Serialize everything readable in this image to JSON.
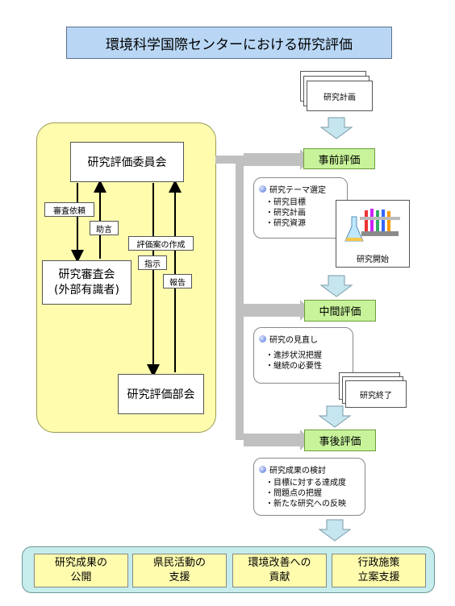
{
  "title": "環境科学国際センターにおける研究評価",
  "left_panel": {
    "committee": "研究評価委員会",
    "review_board_line1": "研究審査会",
    "review_board_line2": "(外部有識者)",
    "subcommittee": "研究評価部会",
    "label_request": "審査依頼",
    "label_advice": "助言",
    "label_draft": "評価案の作成",
    "label_instruction": "指示",
    "label_report": "報告"
  },
  "flow": {
    "plan_doc": "研究計画",
    "stage_pre": "事前評価",
    "pre_info": {
      "heading": "研究テーマ選定",
      "items": [
        "・研究目標",
        "・研究計画",
        "・研究資源"
      ]
    },
    "start_label": "研究開始",
    "stage_mid": "中間評価",
    "mid_info": {
      "heading": "研究の見直し",
      "items": [
        "・進捗状況把握",
        "・継続の必要性"
      ]
    },
    "end_doc": "研究終了",
    "stage_post": "事後評価",
    "post_info": {
      "heading": "研究成果の検討",
      "items": [
        "・目標に対する達成度",
        "・問題点の把握",
        "・新たな研究への反映"
      ]
    }
  },
  "outcomes": [
    {
      "line1": "研究成果の",
      "line2": "公開"
    },
    {
      "line1": "県民活動の",
      "line2": "支援"
    },
    {
      "line1": "環境改善への",
      "line2": "貢献"
    },
    {
      "line1": "行政施策",
      "line2": "立案支援"
    }
  ],
  "colors": {
    "title_bg": "#b9d7f5",
    "panel_yellow": "#fffcae",
    "stage_green": "#c8f39a",
    "flow_gray": "#c0c0c0",
    "arrow_fill": "#c6e6ef",
    "bottom_bg": "#c6eceb"
  }
}
